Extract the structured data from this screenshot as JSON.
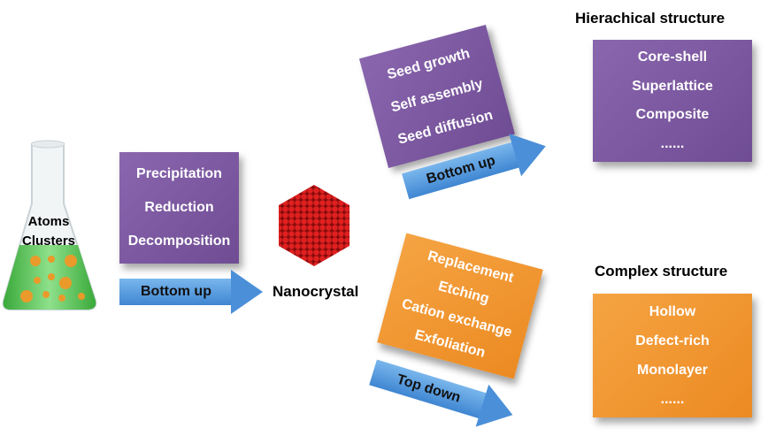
{
  "flask": {
    "line1": "Atoms",
    "line2": "Clusters"
  },
  "box_methods": {
    "items": [
      "Precipitation",
      "Reduction",
      "Decomposition"
    ]
  },
  "arrow1": {
    "label": "Bottom up"
  },
  "nanocrystal": {
    "label": "Nanocrystal"
  },
  "box_bottom_up": {
    "items": [
      "Seed growth",
      "Self assembly",
      "Seed diffusion"
    ]
  },
  "arrow2": {
    "label": "Bottom up"
  },
  "box_top_down": {
    "items": [
      "Replacement",
      "Etching",
      "Cation exchange",
      "Exfoliation"
    ]
  },
  "arrow3": {
    "label": "Top down"
  },
  "hierarchical": {
    "title": "Hierachical structure",
    "items": [
      "Core-shell",
      "Superlattice",
      "Composite",
      "......"
    ]
  },
  "complex": {
    "title": "Complex structure",
    "items": [
      "Hollow",
      "Defect-rich",
      "Monolayer",
      "......"
    ]
  },
  "colors": {
    "purple": "#7a569e",
    "orange": "#f0962e",
    "arrow": "#4a8fd8",
    "crystal": "#d01818",
    "liquid": "#5cc85c"
  }
}
